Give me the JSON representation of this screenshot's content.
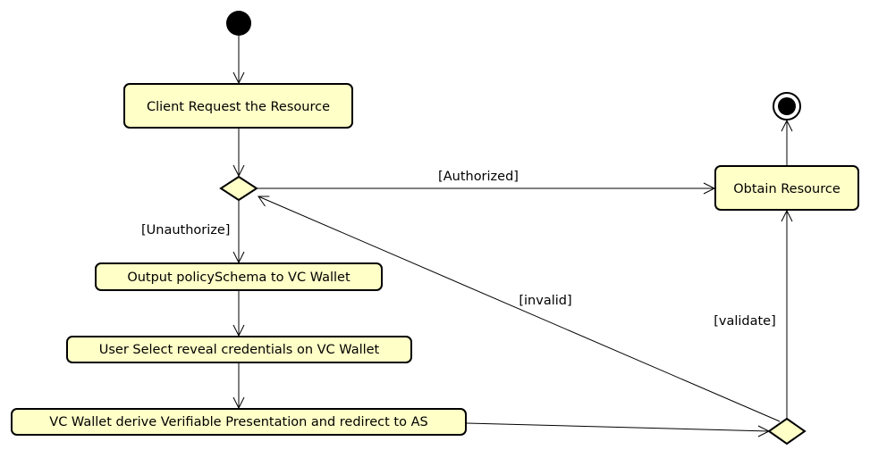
{
  "actions": {
    "client_request": "Client Request the Resource",
    "output_policy": "Output policySchema to VC Wallet",
    "user_select": "User Select reveal credentials on VC Wallet",
    "vc_wallet_derive": "VC Wallet derive Verifiable Presentation and redirect to AS",
    "obtain_resource": "Obtain Resource"
  },
  "guards": {
    "authorized": "[Authorized]",
    "unauthorize": "[Unauthorize]",
    "invalid": "[invalid]",
    "validate": "[validate]"
  }
}
